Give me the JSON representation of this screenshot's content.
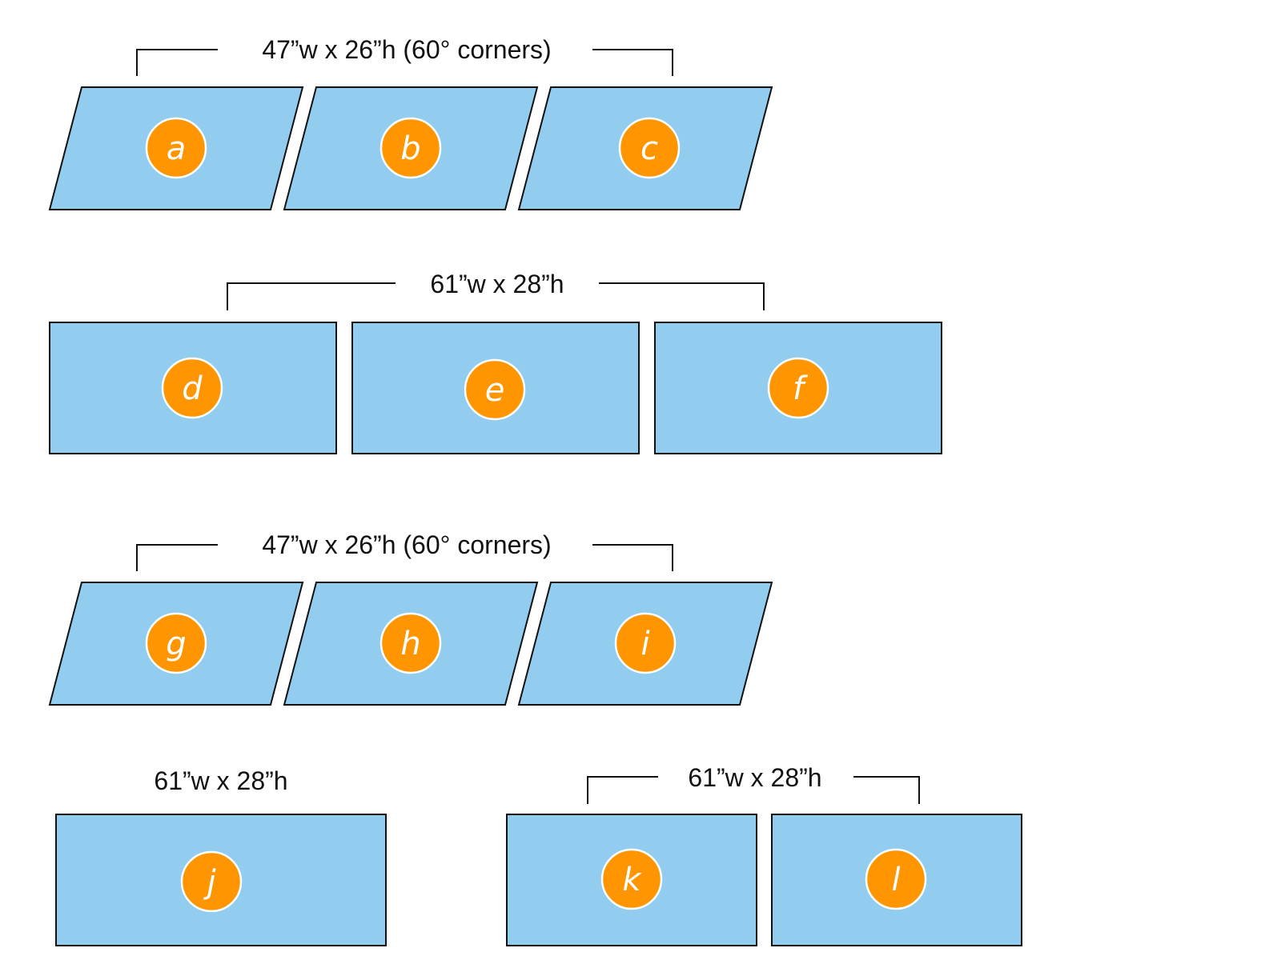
{
  "colors": {
    "panel_fill": "#92cdf0",
    "panel_stroke": "#111111",
    "badge_fill": "#ff9500",
    "badge_stroke": "#ffffff",
    "badge_text": "#ffffff",
    "label_text": "#111111"
  },
  "labels": {
    "row1": "47”w x 26”h (60° corners)",
    "row2": "61”w x 28”h",
    "row3": "47”w x 26”h (60° corners)",
    "row4_left": "61”w x 28”h",
    "row4_right": "61”w x 28”h"
  },
  "panels": {
    "a": "a",
    "b": "b",
    "c": "c",
    "d": "d",
    "e": "e",
    "f": "f",
    "g": "g",
    "h": "h",
    "i": "i",
    "j": "j",
    "k": "k",
    "l": "l"
  }
}
